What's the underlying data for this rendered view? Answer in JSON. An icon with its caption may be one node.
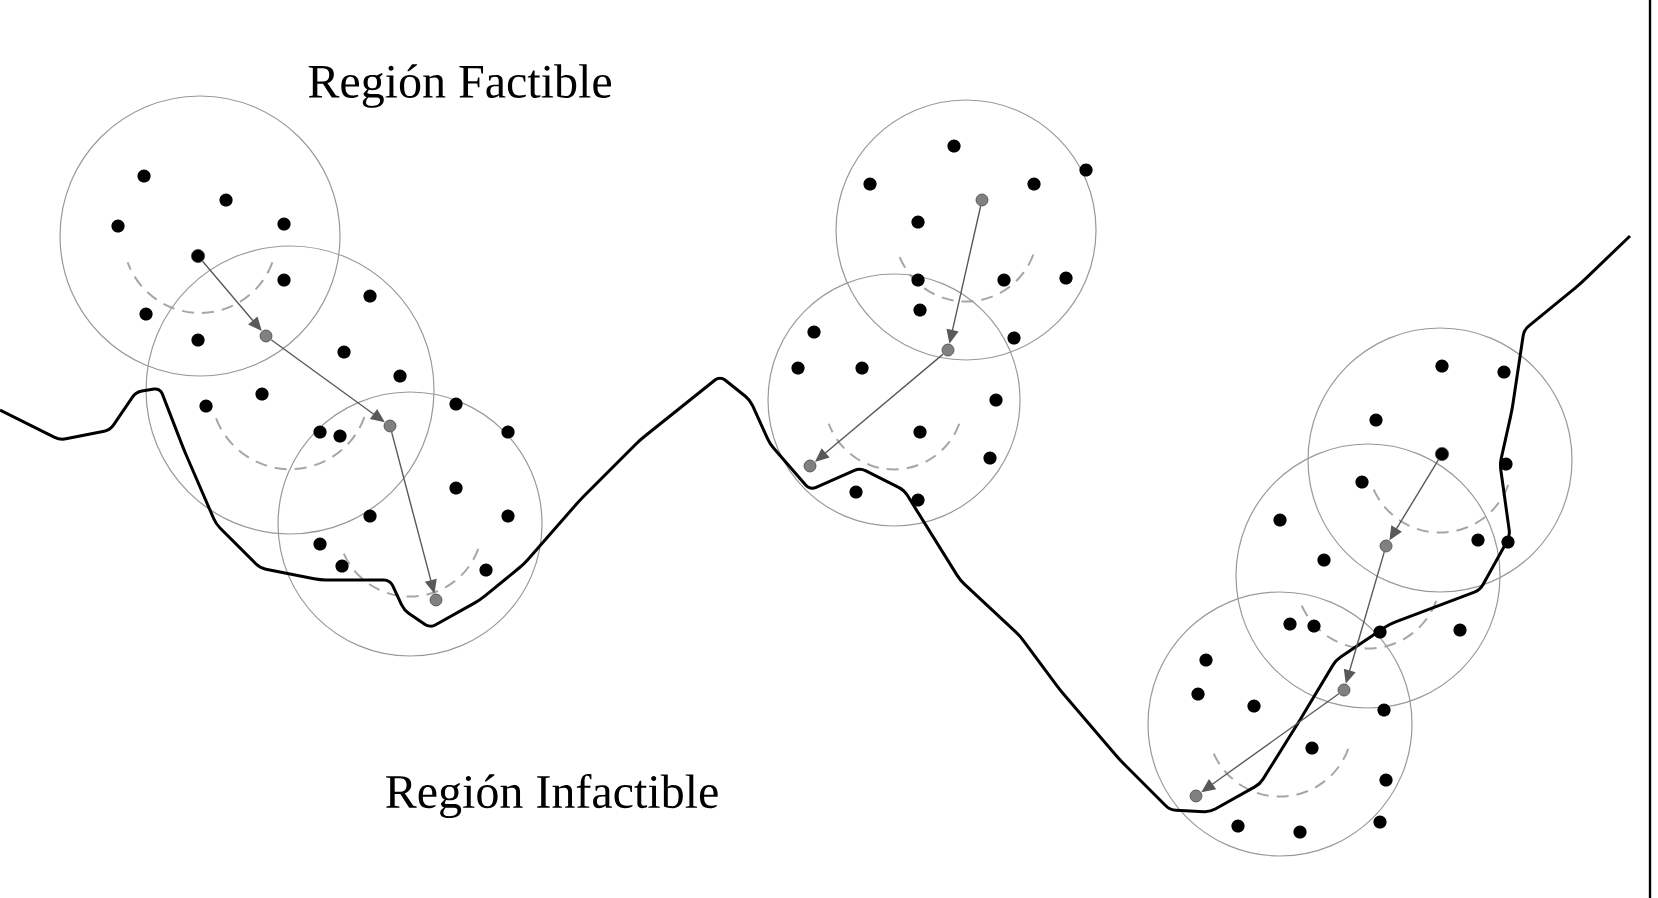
{
  "diagram": {
    "nodes": [
      {
        "text": [],
        "shape": "circle"
      },
      {
        "text": [],
        "shape": "circle"
      },
      {
        "text": [],
        "shape": "circle"
      },
      {
        "text": [],
        "shape": "circle"
      },
      {
        "text": [],
        "shape": "circle"
      },
      {
        "text": [],
        "shape": "circle"
      },
      {
        "text": [],
        "shape": "circle"
      },
      {
        "text": [],
        "shape": "circle"
      },
      {
        "text": [],
        "shape": "circle"
      },
      {
        "text": [],
        "shape": "circle"
      },
      {
        "text": [],
        "shape": "circle"
      }
    ],
    "edges": [
      {
        "from": 0,
        "to": 1,
        "arrow": "to"
      },
      {
        "from": 1,
        "to": 2,
        "arrow": "to"
      },
      {
        "from": 2,
        "to": 3,
        "arrow": "to"
      },
      {
        "from": 6,
        "to": 5,
        "arrow": "to"
      },
      {
        "from": 5,
        "to": 4,
        "arrow": "to"
      },
      {
        "from": 10,
        "to": 9,
        "arrow": "to"
      },
      {
        "from": 9,
        "to": 8,
        "arrow": "to"
      },
      {
        "from": 8,
        "to": 7,
        "arrow": "to"
      }
    ],
    "labels": [
      "Región Factible",
      "Región Infactible"
    ]
  }
}
